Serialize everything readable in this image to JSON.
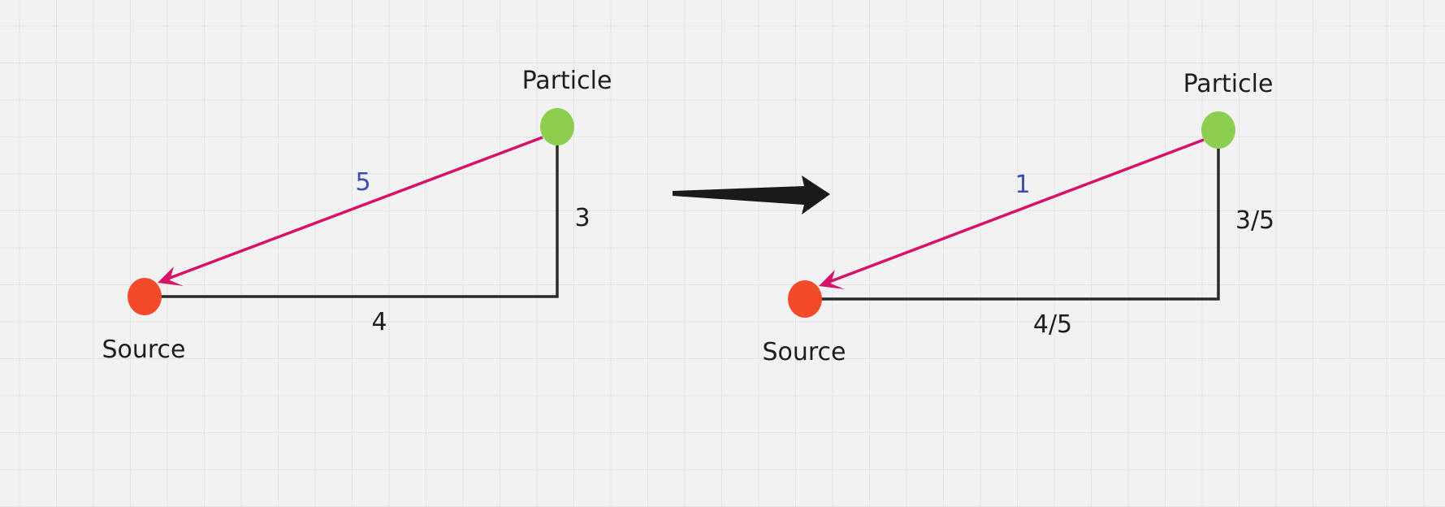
{
  "colors": {
    "source_node": "#f24a2b",
    "particle_node": "#8ccf4f",
    "vector_line": "#d6126a",
    "legs": "#2a2a2a",
    "magnitude_label": "#3c4db8",
    "transform_arrow": "#1a1a1a"
  },
  "left_triangle": {
    "particle_label": "Particle",
    "source_label": "Source",
    "hypotenuse_label": "5",
    "vertical_label": "3",
    "horizontal_label": "4"
  },
  "right_triangle": {
    "particle_label": "Particle",
    "source_label": "Source",
    "hypotenuse_label": "1",
    "vertical_label": "3/5",
    "horizontal_label": "4/5"
  }
}
